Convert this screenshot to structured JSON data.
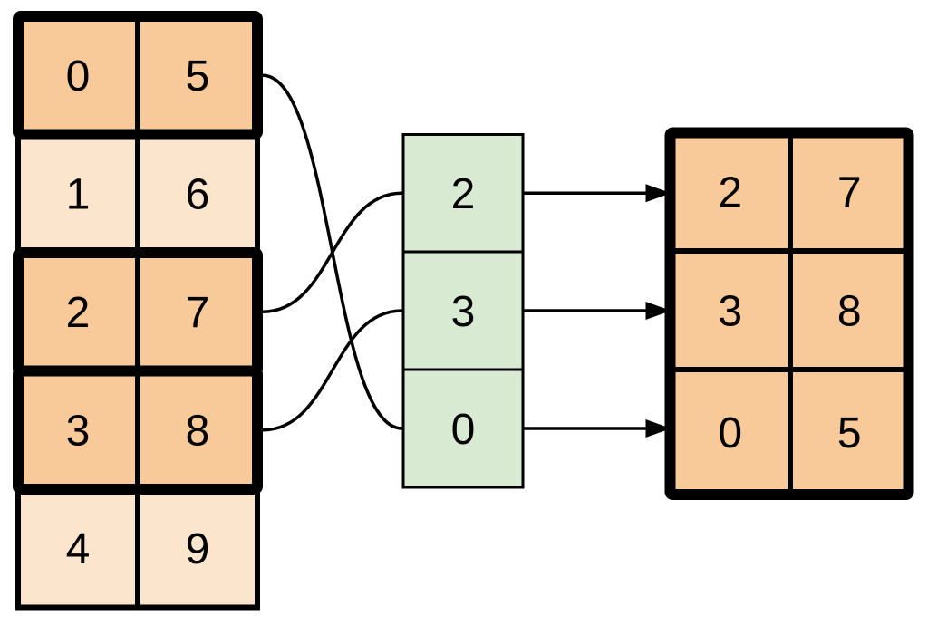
{
  "colors": {
    "background": "#ffffff",
    "highlight_fill": "#f8c999",
    "plain_fill": "#fce5cd",
    "index_fill": "#d9ead3",
    "line": "#000000",
    "text": "#000000"
  },
  "source_table": {
    "rows": [
      {
        "cells": [
          "0",
          "5"
        ],
        "highlighted": true
      },
      {
        "cells": [
          "1",
          "6"
        ],
        "highlighted": false
      },
      {
        "cells": [
          "2",
          "7"
        ],
        "highlighted": true
      },
      {
        "cells": [
          "3",
          "8"
        ],
        "highlighted": true
      },
      {
        "cells": [
          "4",
          "9"
        ],
        "highlighted": false
      }
    ]
  },
  "index_column": {
    "cells": [
      "2",
      "3",
      "0"
    ]
  },
  "result_table": {
    "rows": [
      [
        "2",
        "7"
      ],
      [
        "3",
        "8"
      ],
      [
        "0",
        "5"
      ]
    ]
  },
  "connections": {
    "curves": [
      {
        "source_row": 0,
        "index_cell": 2
      },
      {
        "source_row": 2,
        "index_cell": 0
      },
      {
        "source_row": 3,
        "index_cell": 1
      }
    ],
    "arrows": [
      {
        "index_cell": 0,
        "result_row": 0
      },
      {
        "index_cell": 1,
        "result_row": 1
      },
      {
        "index_cell": 2,
        "result_row": 2
      }
    ]
  }
}
